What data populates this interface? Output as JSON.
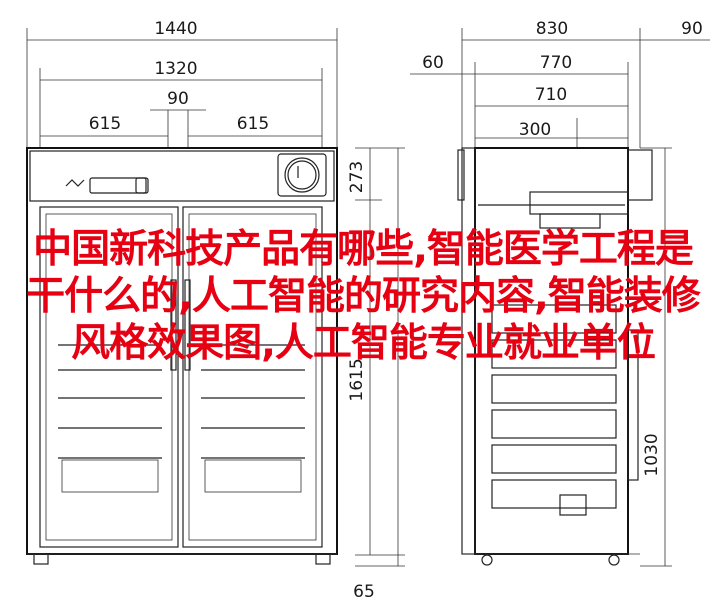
{
  "dimensions": {
    "overall_width": "1440",
    "inner_width": "1320",
    "door_left": "615",
    "door_right": "615",
    "door_gap": "90",
    "top_height": "273",
    "body_height": "1615",
    "bottom_gap": "65",
    "side_depth_total": "830",
    "side_depth_extra": "90",
    "side_front_offset": "60",
    "side_depth_770": "770",
    "side_depth_710": "710",
    "side_depth_300": "300",
    "side_height": "1030"
  },
  "overlay": {
    "text": "中国新科技产品有哪些,智能医学工程是干什么的,人工智能的研究内容,智能装修风格效果图,人工智能专业就业单位",
    "color": "#e60012"
  }
}
